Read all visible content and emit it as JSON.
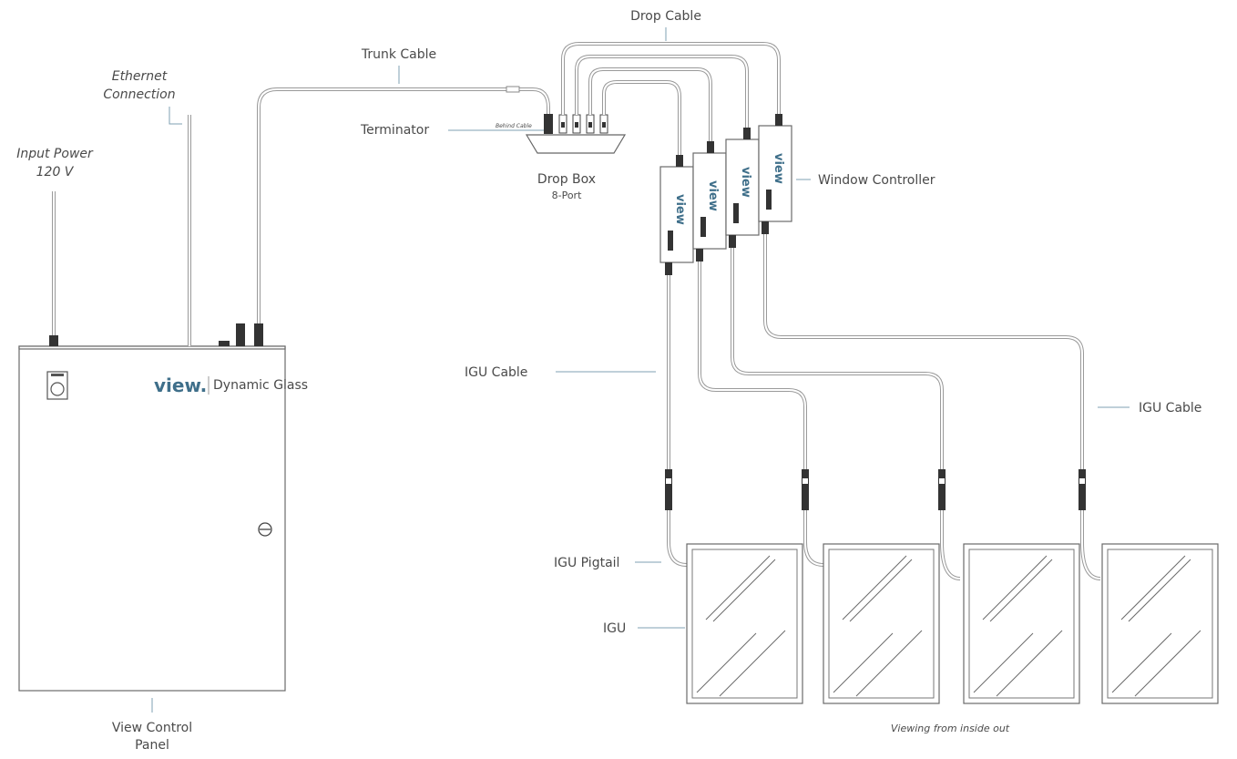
{
  "labels": {
    "input_power_line1": "Input Power",
    "input_power_line2": "120 V",
    "ethernet_line1": "Ethernet",
    "ethernet_line2": "Connection",
    "trunk_cable": "Trunk Cable",
    "drop_cable": "Drop Cable",
    "terminator": "Terminator",
    "behind_cable": "Behind Cable",
    "drop_box_line1": "Drop Box",
    "drop_box_line2": "8-Port",
    "window_controller": "Window Controller",
    "igu_cable_left": "IGU Cable",
    "igu_cable_right": "IGU Cable",
    "igu_pigtail": "IGU Pigtail",
    "igu": "IGU",
    "control_panel_line1": "View Control",
    "control_panel_line2": "Panel",
    "viewing_note": "Viewing from inside out"
  },
  "panel": {
    "brand": "view.",
    "brand_sub": "Dynamic Glass"
  },
  "controller": {
    "brand": "view"
  },
  "colors": {
    "leader": "#7fa0b3",
    "brand": "#3f6f8a",
    "cable": "#9a9a9a"
  }
}
